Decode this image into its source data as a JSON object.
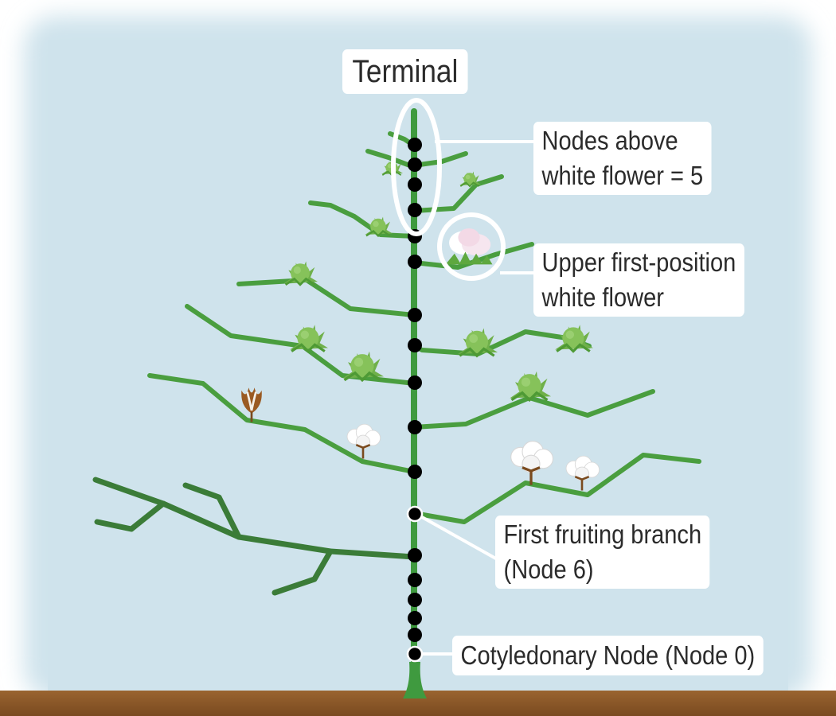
{
  "labels": {
    "terminal": "Terminal",
    "nodes_above_line1": "Nodes above",
    "nodes_above_line2": "white flower = 5",
    "upper_flower_line1": "Upper first-position",
    "upper_flower_line2": "white flower",
    "first_branch_line1": "First fruiting branch",
    "first_branch_line2": "(Node 6)",
    "cotyledonary": "Cotyledonary Node (Node 0)"
  },
  "colors": {
    "background": "#cfe3ec",
    "stem": "#3f9a3f",
    "branch": "#4a9e3f",
    "lower_branch": "#3b7c38",
    "node": "#000000",
    "soil": "#8a5526",
    "label_bg": "#ffffff"
  },
  "icons": {
    "square": "green-square-bud-icon",
    "white_flower": "white-flower-icon",
    "open_boll": "open-cotton-boll-icon",
    "cracked_boll": "cracked-boll-icon"
  }
}
